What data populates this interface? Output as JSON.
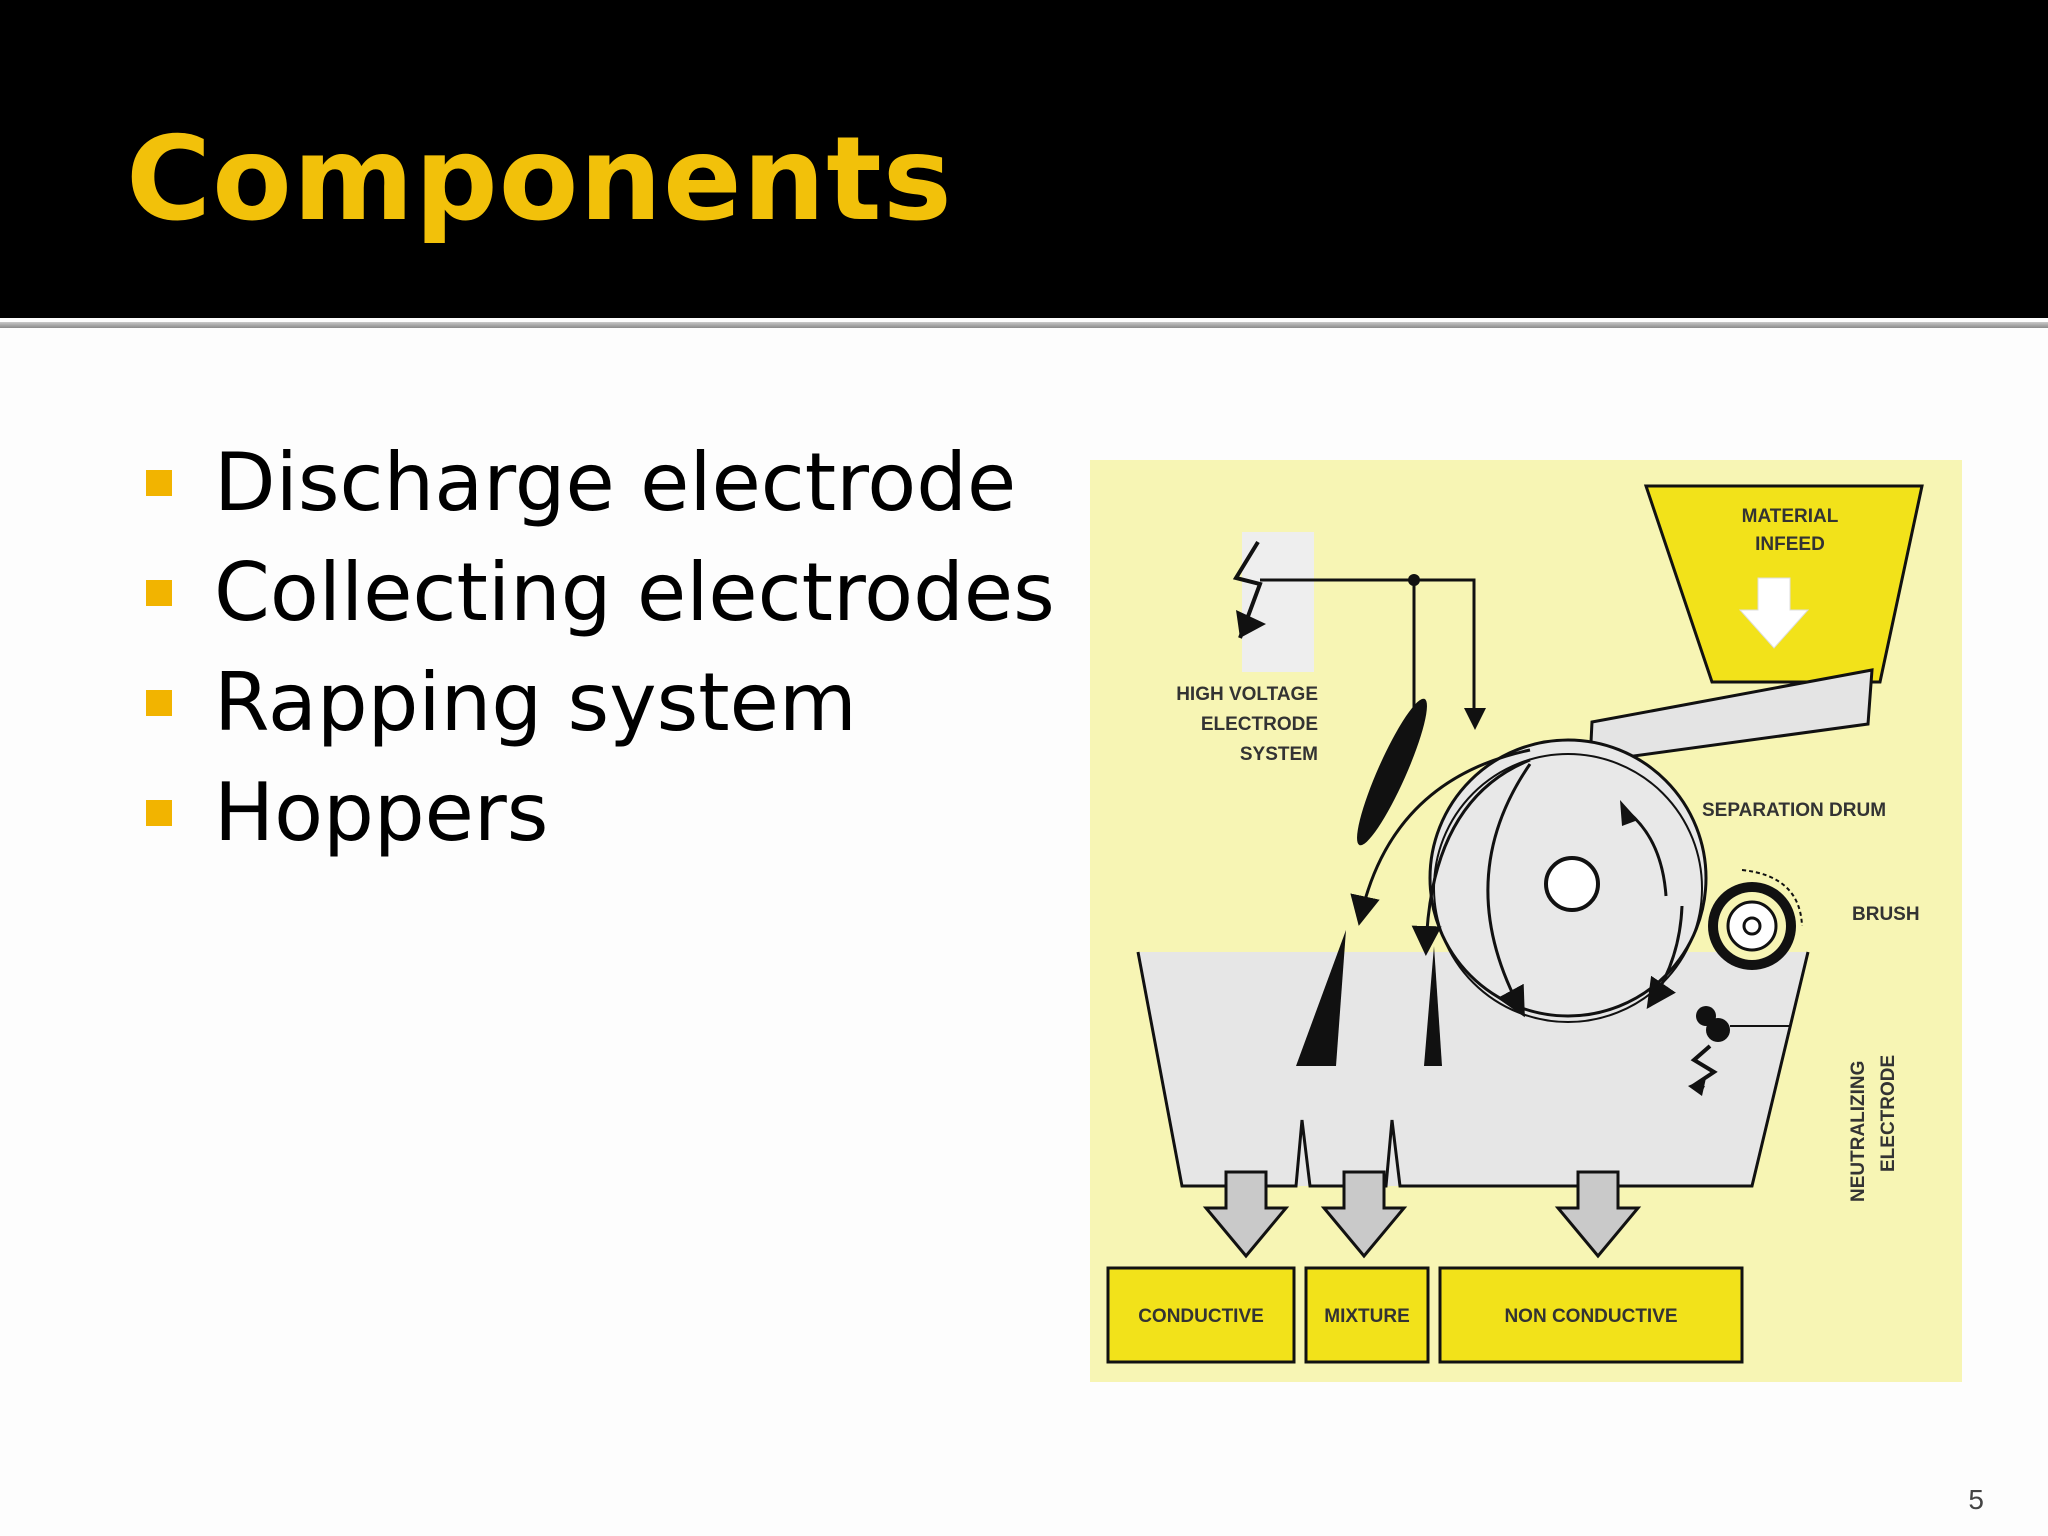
{
  "slide": {
    "title": "Components",
    "page_number": "5",
    "accent_color": "#f2c10a",
    "bullet_color": "#f2b400"
  },
  "bullets": [
    {
      "text": "Discharge electrode"
    },
    {
      "text": "Collecting electrodes"
    },
    {
      "text": "Rapping system"
    },
    {
      "text": "Hoppers"
    }
  ],
  "diagram": {
    "background_color": "#f7f5b4",
    "labels": {
      "material_infeed_line1": "MATERIAL",
      "material_infeed_line2": "INFEED",
      "high_voltage_line1": "HIGH VOLTAGE",
      "high_voltage_line2": "ELECTRODE",
      "high_voltage_line3": "SYSTEM",
      "separation_drum": "SEPARATION DRUM",
      "brush": "BRUSH",
      "neutralizing_line1": "NEUTRALIZING",
      "neutralizing_line2": "ELECTRODE",
      "conductive": "CONDUCTIVE",
      "mixture": "MIXTURE",
      "non_conductive": "NON CONDUCTIVE"
    }
  }
}
